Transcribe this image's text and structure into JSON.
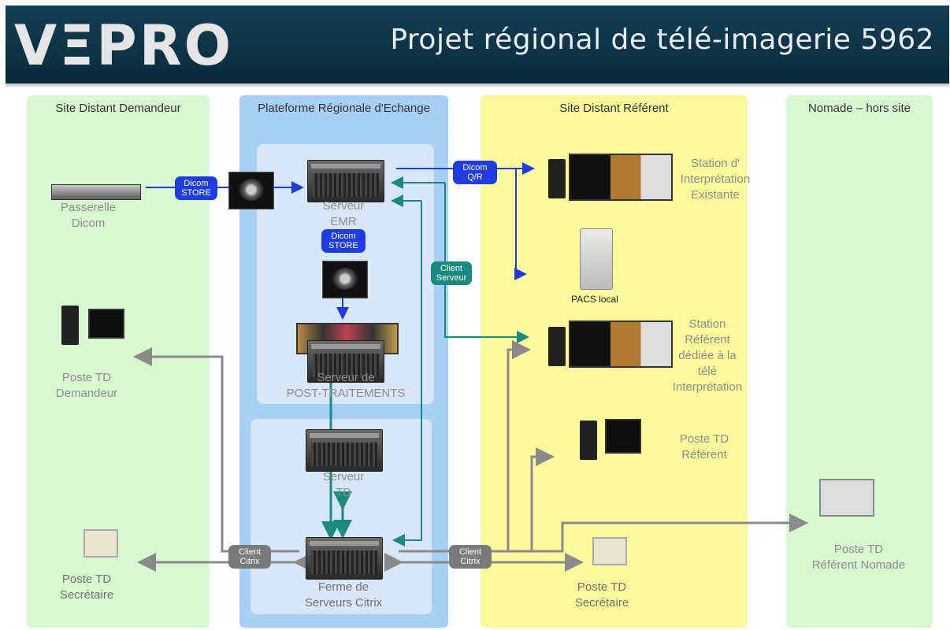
{
  "header": {
    "logo": "VΞPRO",
    "title": "Projet régional de télé-imagerie 5962"
  },
  "columns": {
    "demandeur": "Site Distant Demandeur",
    "plateforme": "Plateforme Régionale d'Echange",
    "referent": "Site Distant Référent",
    "nomade": "Nomade – hors site"
  },
  "nodes": {
    "passerelle": "Passerelle\nDicom",
    "poste_demandeur": "Poste TD\nDemandeur",
    "poste_secretaire_left": "Poste TD\nSecrétaire",
    "serveur_emr": "Serveur\nEMR",
    "serveur_post": "Serveur de\nPOST-TRAITEMENTS",
    "serveur_td": "Serveur\nTD",
    "ferme_citrix": "Ferme de\nServeurs Citrix",
    "station_existante": "Station d'\nInterprétation\nExistante",
    "pacs": "PACS local",
    "station_referent": "Station\nRéférent\ndédiée à la\ntélé\nInterprétation",
    "poste_referent": "Poste TD\nRéférent",
    "poste_secretaire_right": "Poste TD\nSecrétaire",
    "poste_nomade": "Poste TD\nRéférent Nomade"
  },
  "badges": {
    "dicom_store_1": "Dicom\nSTORE",
    "dicom_qr": "Dicom\nQ/R",
    "dicom_store_2": "Dicom\nSTORE",
    "client_serveur": "Client\nServeur",
    "client_citrix_left": "Client\nCitrix",
    "client_citrix_right": "Client\nCitrix"
  },
  "colors": {
    "header_bg": "#0f3549",
    "green_column": "#d9f7d0",
    "blue_column": "#a8cff5",
    "yellow_column": "#fbf99c",
    "blue_arrow": "#1e3ce0",
    "teal_arrow": "#1a8a7e",
    "grey_arrow": "#8a8a8a"
  }
}
